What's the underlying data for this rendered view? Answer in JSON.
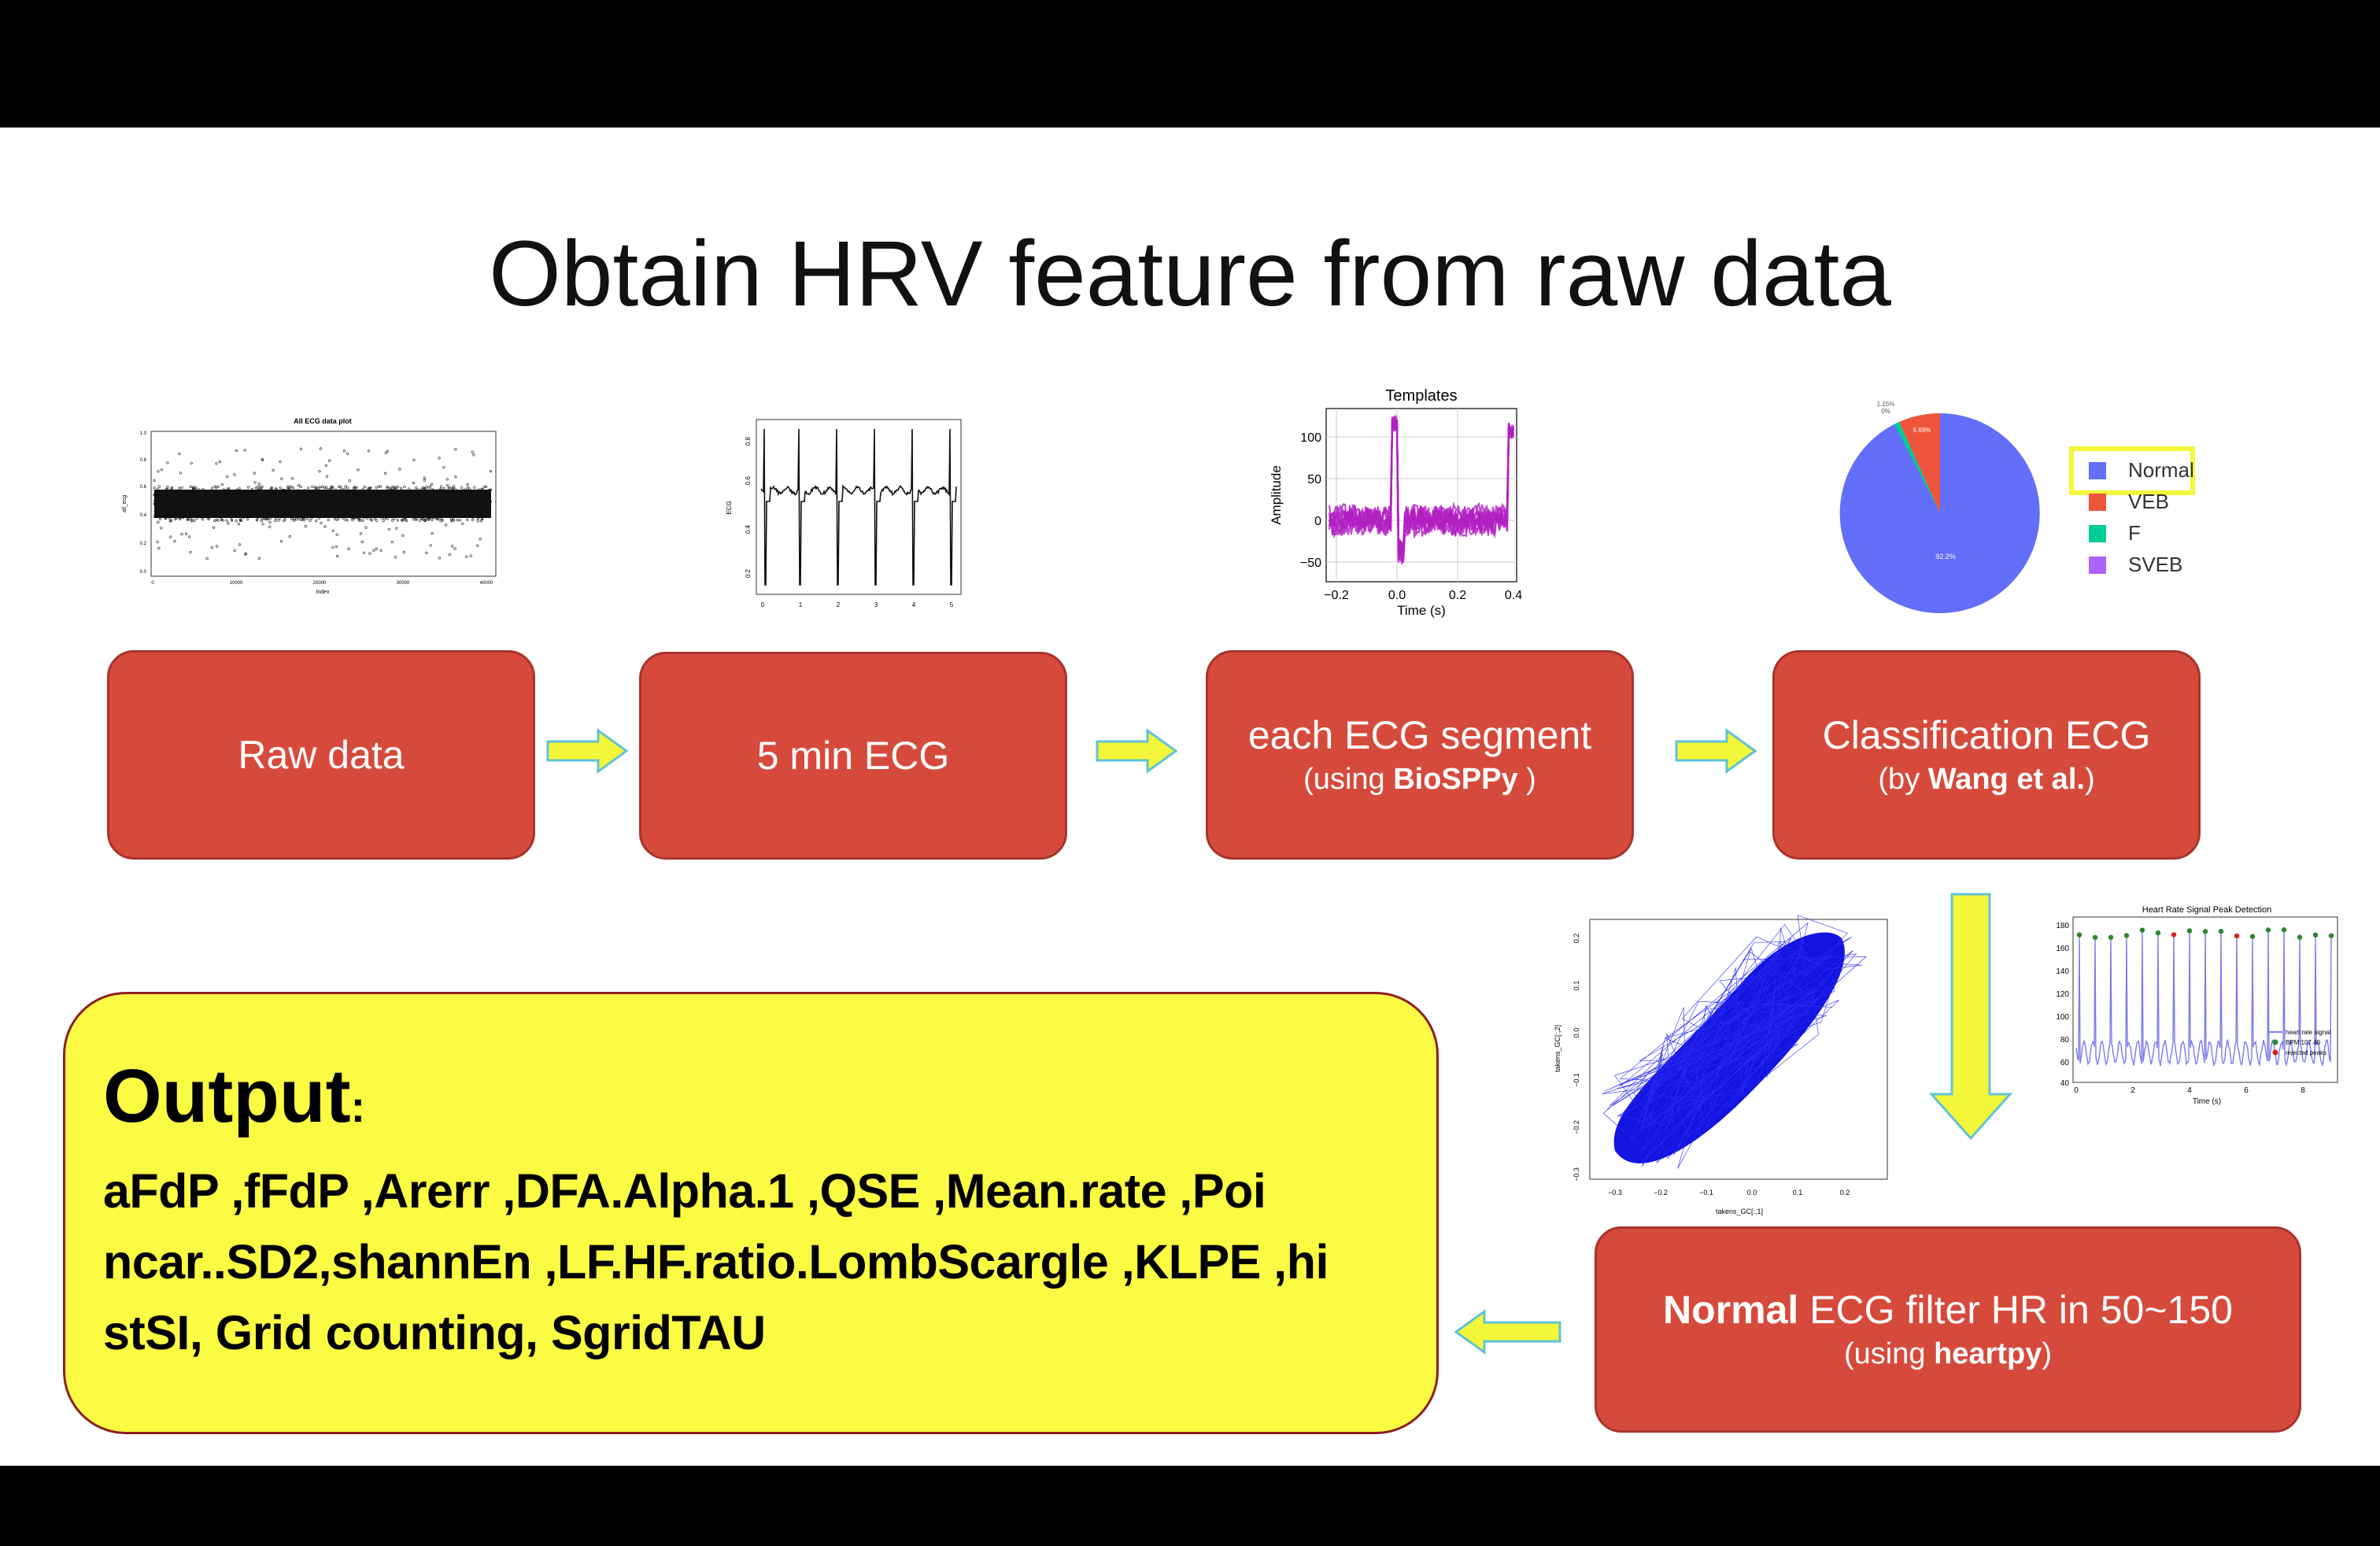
{
  "slide": {
    "title": "Obtain HRV feature from raw data"
  },
  "steps": [
    {
      "main": "Raw data"
    },
    {
      "main": "5 min ECG"
    },
    {
      "main": "each ECG segment",
      "sub_prefix": "(using ",
      "sub_bold": "BioSPPy",
      "sub_suffix": " )"
    },
    {
      "main": "Classification ECG",
      "sub_prefix": "(by ",
      "sub_bold": "Wang et al.",
      "sub_suffix": ")"
    },
    {
      "main_bold": "Normal",
      "main_rest": " ECG filter HR in 50~150",
      "sub_prefix": "(using ",
      "sub_bold": "heartpy",
      "sub_suffix": ")"
    }
  ],
  "output": {
    "heading": "Output",
    "colon": ":",
    "lines": [
      "aFdP ,fFdP ,Arerr ,DFA.Alpha.1 ,QSE ,Mean.rate ,Poi",
      "ncar..SD2,shannEn ,LF.HF.ratio.LombScargle ,KLPE ,hi",
      "stSI, Grid counting, SgridTAU"
    ]
  },
  "thumbnails": {
    "raw_plot": {
      "title": "All ECG data plot",
      "xlabel": "Index",
      "ylabel": "all_ecg",
      "xticks": [
        "0",
        "10000",
        "20000",
        "30000",
        "40000"
      ],
      "yticks": [
        "1.0",
        "0.8",
        "0.6",
        "0.4",
        "0.2",
        "0.0"
      ]
    },
    "ecg_plot": {
      "ylabel": "ECG",
      "xticks": [
        "0",
        "1",
        "2",
        "3",
        "4",
        "5"
      ],
      "yticks": [
        "0.8",
        "0.6",
        "0.4",
        "0.2"
      ]
    },
    "templates_plot": {
      "title": "Templates",
      "xlabel": "Time (s)",
      "ylabel": "Amplitude",
      "xticks": [
        "−0.2",
        "0.0",
        "0.2",
        "0.4"
      ],
      "yticks": [
        "100",
        "50",
        "0",
        "−50"
      ]
    },
    "pie": {
      "legend": [
        "Normal",
        "VEB",
        "F",
        "SVEB"
      ],
      "labels": {
        "normal_pct": "92.2%",
        "veb_pct": "6.69%",
        "f_pct": "1.15%",
        "sveb_pct": "0%"
      }
    },
    "scatter_plot": {
      "xlabel": "takens_GC[:,1]",
      "ylabel": "takens_GC[:,2]",
      "xticks": [
        "−0.3",
        "−0.2",
        "−0.1",
        "0.0",
        "0.1",
        "0.2"
      ],
      "yticks": [
        "0.2",
        "0.1",
        "0.0",
        "−0.1",
        "−0.2",
        "−0.3"
      ]
    },
    "hr_plot": {
      "title": "Heart Rate Signal Peak Detection",
      "xlabel": "Time (s)",
      "xticks": [
        "0",
        "2",
        "4",
        "6",
        "8"
      ],
      "yticks": [
        "180",
        "160",
        "140",
        "120",
        "100",
        "80",
        "60",
        "40"
      ],
      "legend": [
        "heart rate signal",
        "BPM:107.40",
        "rejected peaks"
      ]
    }
  },
  "colors": {
    "box_fill": "#d64a3c",
    "output_fill": "#fbfb44",
    "arrow_fill": "#f4f63a",
    "arrow_stroke": "#5fc3d6",
    "highlight": "#f4f63a",
    "pie_normal": "#636efa",
    "pie_veb": "#ef553b",
    "pie_f": "#00cc96",
    "pie_sveb": "#ab63fa"
  }
}
